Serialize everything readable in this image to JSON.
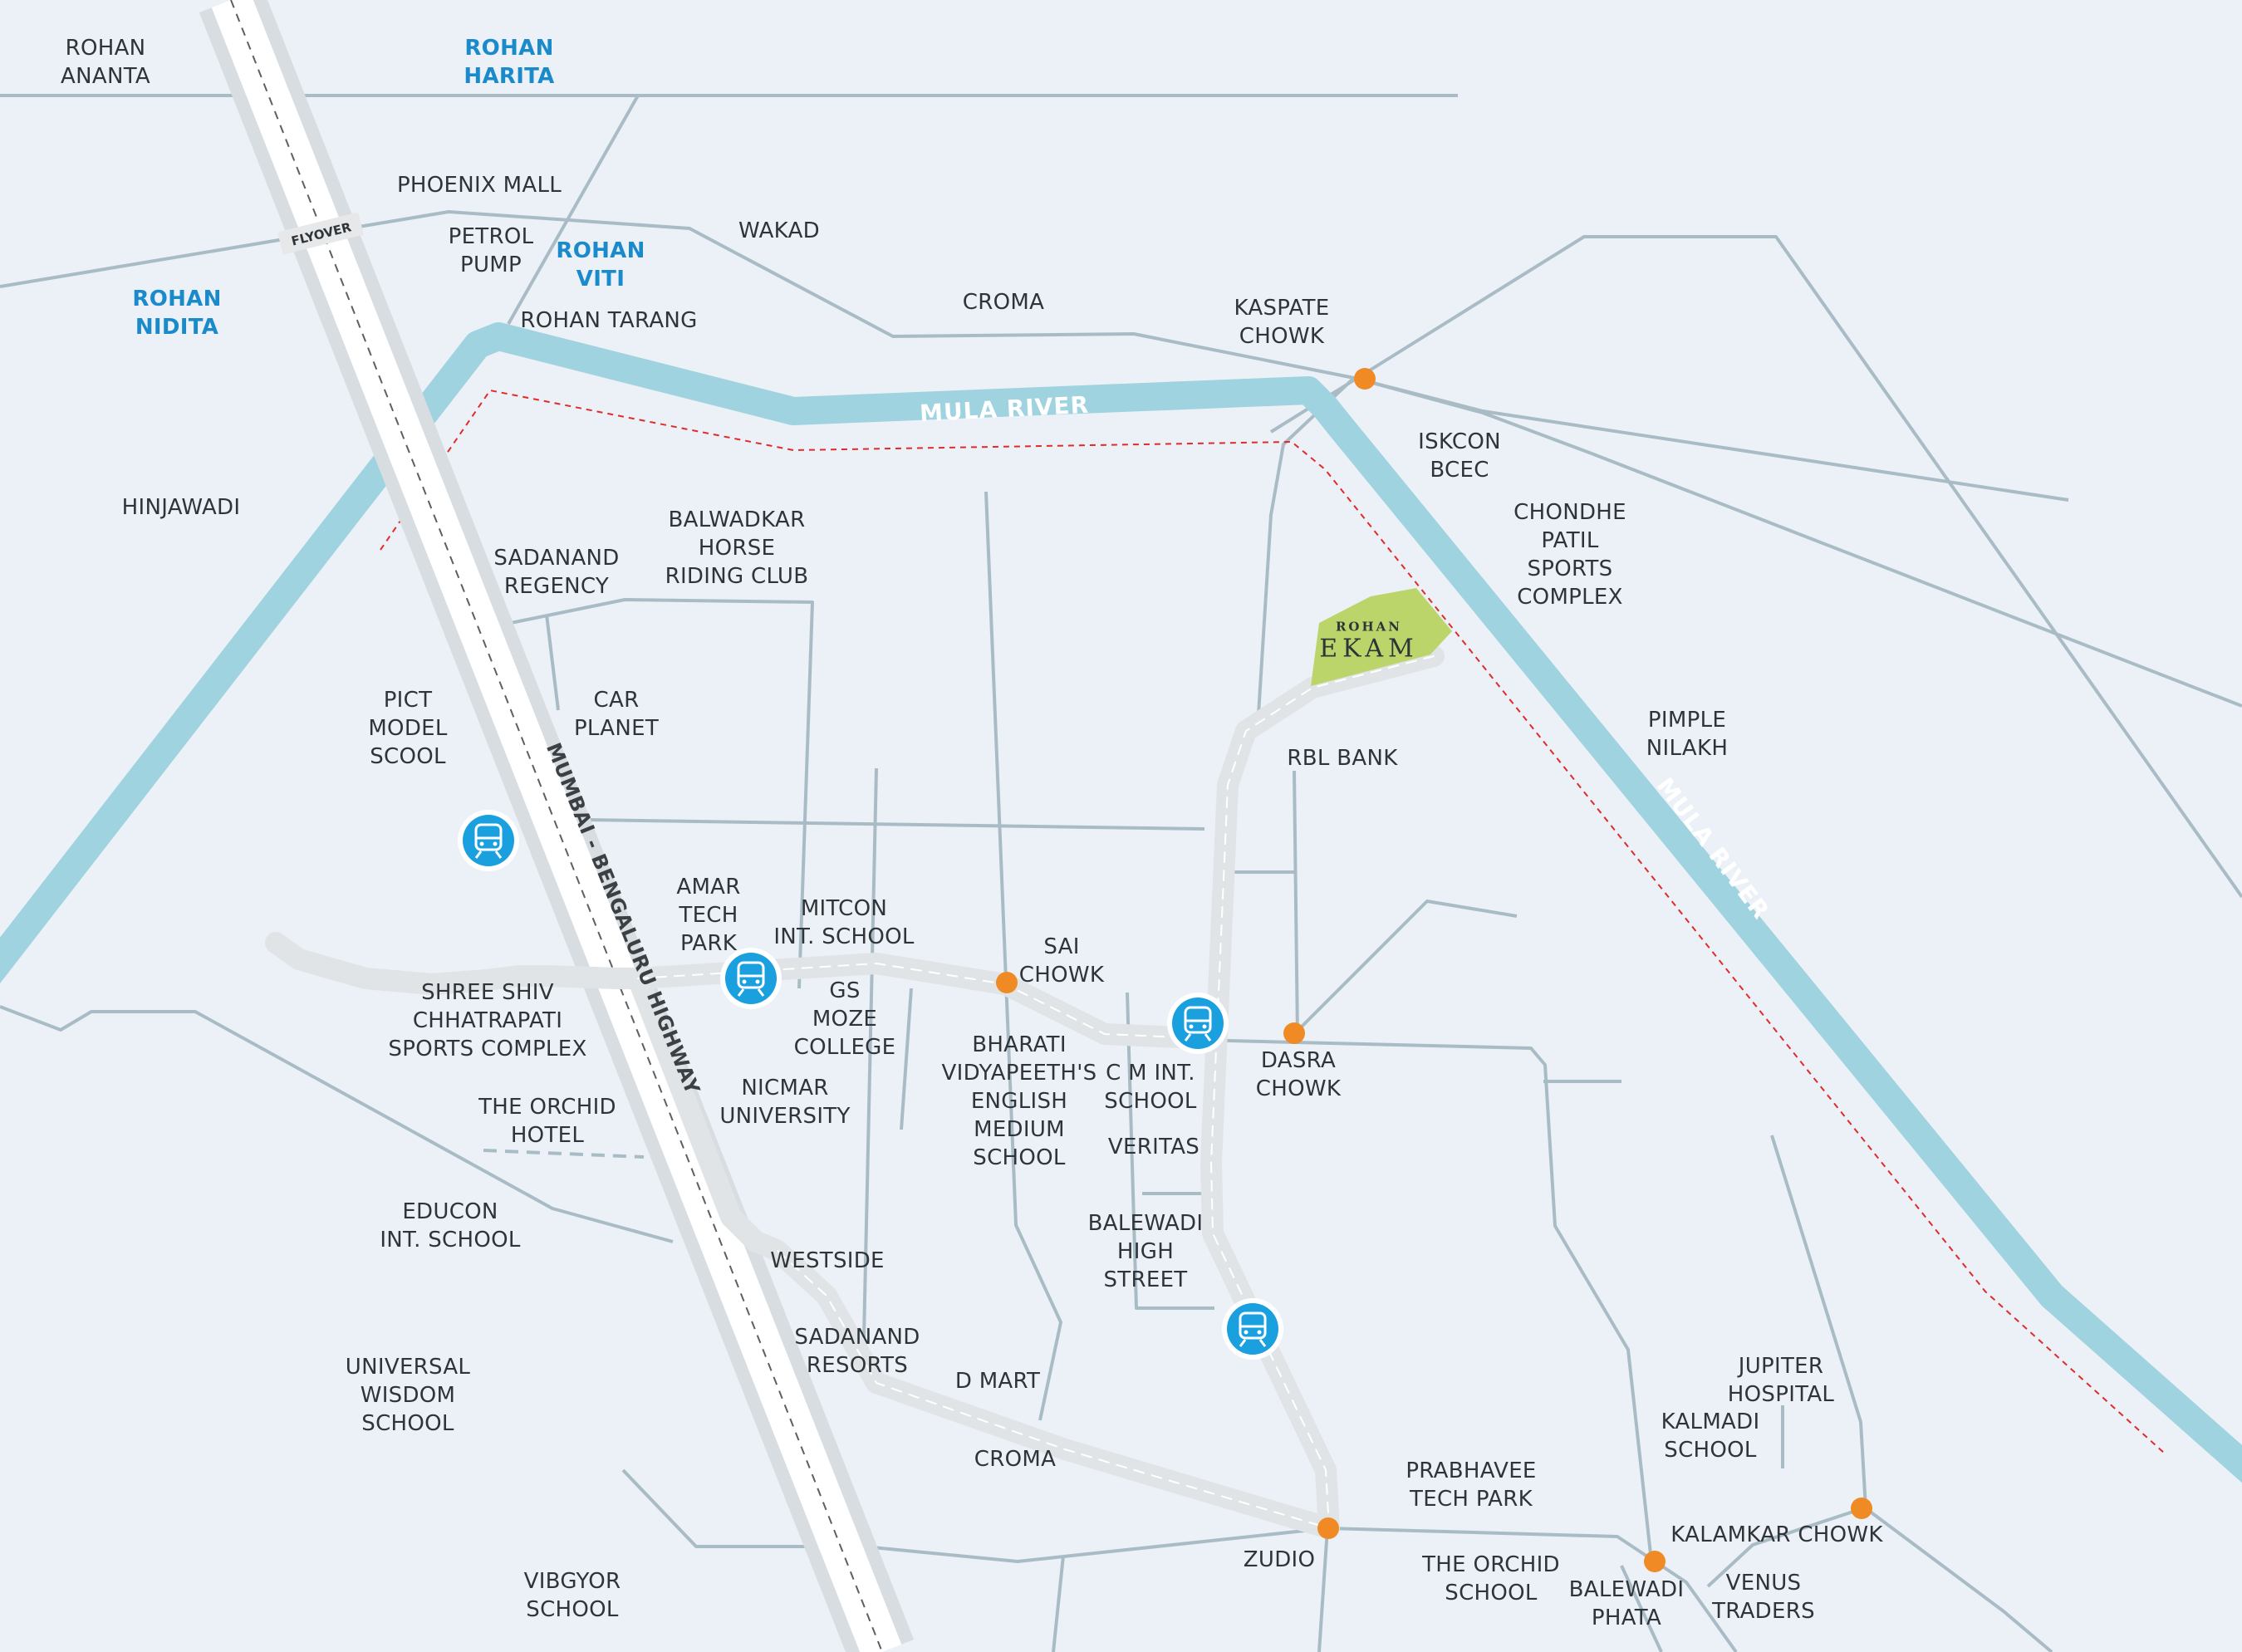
{
  "colors": {
    "background": "#ecf1f7",
    "river": "#9fd3df",
    "road": "#a9bcc6",
    "highway": "#d8dde1",
    "route": "#e1e4e6",
    "junction": "#f08a24",
    "metro": "#1aa0df",
    "project_plot": "#bcd56a",
    "boundary": "#e02b2b",
    "blue_label": "#1a8acb"
  },
  "labels": {
    "rohan_ananta": "ROHAN\nANANTA",
    "rohan_harita": "ROHAN\nHARITA",
    "phoenix_mall": "PHOENIX MALL",
    "wakad": "WAKAD",
    "petrol_pump": "PETROL\nPUMP",
    "rohan_viti": "ROHAN\nVITI",
    "rohan_nidita": "ROHAN\nNIDITA",
    "croma_north": "CROMA",
    "rohan_tarang": "ROHAN TARANG",
    "kaspate_chowk": "KASPATE\nCHOWK",
    "iskcon_bcec": "ISKCON\nBCEC",
    "chondhe_patil": "CHONDHE\nPATIL\nSPORTS\nCOMPLEX",
    "hinjawadi": "HINJAWADI",
    "sadanand_regency": "SADANAND\nREGENCY",
    "balwadkar": "BALWADKAR\nHORSE\nRIDING CLUB",
    "car_planet": "CAR\nPLANET",
    "pict": "PICT\nMODEL\nSCOOL",
    "rbl_bank": "RBL BANK",
    "pimple_nilakh": "PIMPLE\nNILAKH",
    "amar_tech_park": "AMAR\nTECH\nPARK",
    "mitcon": "MITCON\nINT. SCHOOL",
    "sai_chowk": "SAI\nCHOWK",
    "gs_moze": "GS\nMOZE\nCOLLEGE",
    "shree_shiv": "SHREE SHIV\nCHHATRAPATI\nSPORTS COMPLEX",
    "bharati": "BHARATI\nVIDYAPEETH'S\nENGLISH\nMEDIUM\nSCHOOL",
    "cm_school": "C M INT.\nSCHOOL",
    "dasra_chowk": "DASRA\nCHOWK",
    "nicmar": "NICMAR\nUNIVERSITY",
    "orchid_hotel": "THE ORCHID\nHOTEL",
    "veritas": "VERITAS",
    "educon": "EDUCON\nINT. SCHOOL",
    "balewadi_high_street": "BALEWADI\nHIGH\nSTREET",
    "westside": "WESTSIDE",
    "sadanand_resorts": "SADANAND\nRESORTS",
    "d_mart": "D MART",
    "universal": "UNIVERSAL\nWISDOM\nSCHOOL",
    "jupiter": "JUPITER\nHOSPITAL",
    "kalmadi": "KALMADI\nSCHOOL",
    "croma_south": "CROMA",
    "prabhavee": "PRABHAVEE\nTECH PARK",
    "kalamkar_chowk": "KALAMKAR CHOWK",
    "zudio": "ZUDIO",
    "orchid_school": "THE ORCHID\nSCHOOL",
    "vibgyor": "VIBGYOR\nSCHOOL",
    "balewadi_phata": "BALEWADI\nPHATA",
    "venus_traders": "VENUS\nTRADERS"
  },
  "river": {
    "name_1": "MULA RIVER",
    "name_2": "MULA RIVER"
  },
  "highway": {
    "name": "MUMBAI - BENGALURU HIGHWAY",
    "flyover": "FLYOVER"
  },
  "project": {
    "brand_small": "ROHAN",
    "brand_large": "EKAM"
  },
  "icons": {
    "metro": "metro-train-icon",
    "junction": "junction-dot-icon"
  }
}
